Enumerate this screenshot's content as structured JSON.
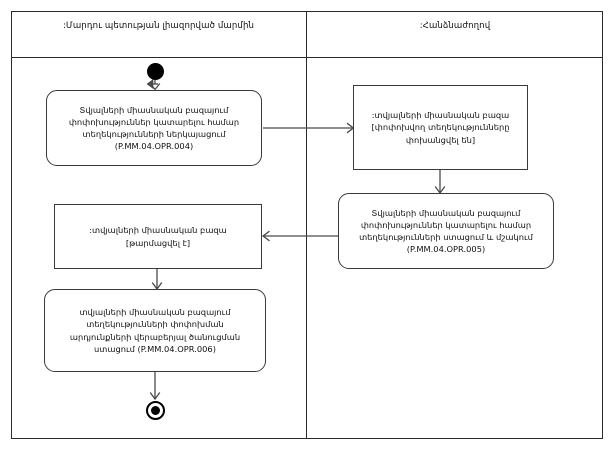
{
  "diagram": {
    "type": "uml-activity-diagram",
    "title": "",
    "lanes": [
      {
        "id": "lane-left",
        "label": ":Մարդու պետության լիազորված մարմին"
      },
      {
        "id": "lane-right",
        "label": ":Հանձնաժողով"
      }
    ],
    "nodes": [
      {
        "id": "initial-node",
        "kind": "initial",
        "lane": "lane-left",
        "label": ""
      },
      {
        "id": "action-opr-004",
        "kind": "action",
        "lane": "lane-left",
        "label": "Տվյալների միասնական բազայում\nփոփոխություններ կատարելու համար\nտեղեկությունների ներկայացում\n(P.MM.04.OPR.004)",
        "code": "P.MM.04.OPR.004"
      },
      {
        "id": "object-transferred",
        "kind": "object",
        "lane": "lane-right",
        "label": ":տվյալների միասնական բազա\n[փոփոխվող տեղեկությունները\nփոխանցվել են]"
      },
      {
        "id": "action-opr-005",
        "kind": "action",
        "lane": "lane-right",
        "label": "Տվյալների միասնական բազայում\nփոփոխություններ կատարելու համար\nտեղեկությունների ստացում և մշակում\n(P.MM.04.OPR.005)",
        "code": "P.MM.04.OPR.005"
      },
      {
        "id": "object-updated",
        "kind": "object",
        "lane": "lane-left",
        "label": ":տվյալների միասնական բազա\n[թարմացվել է]"
      },
      {
        "id": "action-opr-006",
        "kind": "action",
        "lane": "lane-left",
        "label": "տվյալների միասնական բազայում\nտեղեկությունների փոփոխման\nարդյունքների վերաբերյալ ծանուցման\nստացում (P.MM.04.OPR.006)",
        "code": "P.MM.04.OPR.006"
      },
      {
        "id": "final-node",
        "kind": "final",
        "lane": "lane-left",
        "label": ""
      }
    ],
    "edges": [
      {
        "id": "edge-initial-to-004",
        "from": "initial-node",
        "to": "action-opr-004",
        "direction": "down"
      },
      {
        "id": "edge-004-to-object",
        "from": "action-opr-004",
        "to": "object-transferred",
        "direction": "right"
      },
      {
        "id": "edge-object-to-005",
        "from": "object-transferred",
        "to": "action-opr-005",
        "direction": "down"
      },
      {
        "id": "edge-005-to-updated",
        "from": "action-opr-005",
        "to": "object-updated",
        "direction": "left"
      },
      {
        "id": "edge-updated-to-006",
        "from": "object-updated",
        "to": "action-opr-006",
        "direction": "down"
      },
      {
        "id": "edge-006-to-final",
        "from": "action-opr-006",
        "to": "final-node",
        "direction": "down"
      }
    ],
    "colors": {
      "frame_stroke": "#2b2b2b",
      "node_stroke": "#3a3a3a",
      "node_fill": "#ffffff",
      "edge_stroke": "#4a4a4a",
      "control_node_fill": "#000000",
      "text": "#111111"
    }
  }
}
